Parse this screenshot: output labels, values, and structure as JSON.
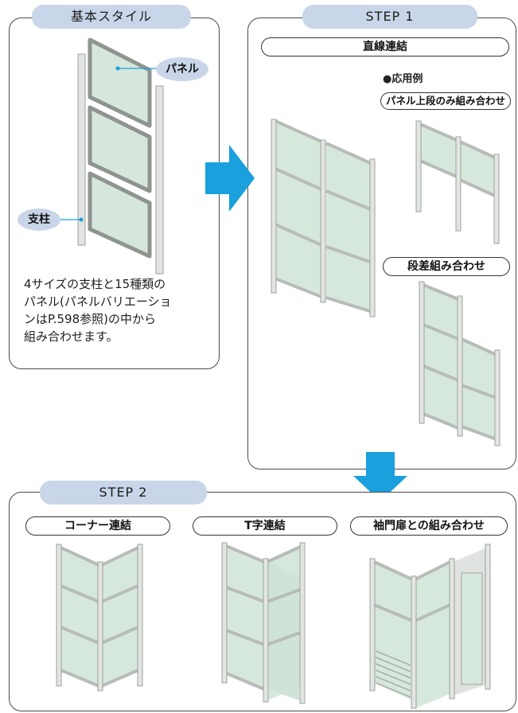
{
  "basic": {
    "title": "基本スタイル",
    "panel_label": "パネル",
    "post_label": "支柱",
    "description": [
      "4サイズの支柱と15種類の",
      "パネル(パネルバリエーショ",
      "ンはP.598参照)の中から",
      "組み合わせます。"
    ]
  },
  "step1": {
    "title": "STEP 1",
    "straight_label": "直線連結",
    "application_heading": "●応用例",
    "upper_only_label": "パネル上段のみ組み合わせ",
    "stepped_label": "段差組み合わせ"
  },
  "step2": {
    "title": "STEP 2",
    "corner_label": "コーナー連結",
    "t_label": "T字連結",
    "door_label": "袖門扉との組み合わせ"
  },
  "colors": {
    "arrow": "#1aa0dd",
    "tab": "#c9d6e9",
    "frame": "#d9dcd9",
    "glass": "#d3e8dc"
  }
}
